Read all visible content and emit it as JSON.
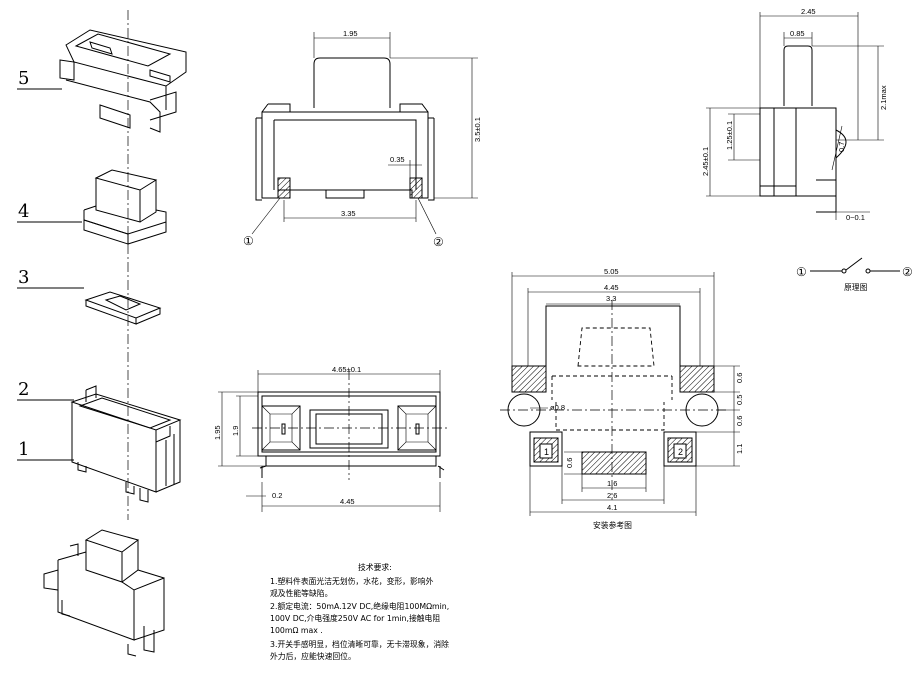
{
  "part_labels": [
    "5",
    "4",
    "3",
    "2",
    "1"
  ],
  "front_view": {
    "top_width": "1.95",
    "height": "3.5±0.1",
    "pin_width": "0.35",
    "pin_span": "3.35",
    "terminal_1": "①",
    "terminal_2": "②"
  },
  "side_view": {
    "total_width": "2.45",
    "actuator_width": "0.85",
    "actuator_height": "2.1max",
    "body_height": "2.45±0.1",
    "inner_height": "1.25±0.1",
    "radius": "0.7",
    "pin_offset": "0~0.1"
  },
  "schematic": {
    "terminal_1": "①",
    "terminal_2": "②",
    "caption": "原理图"
  },
  "bottom_view": {
    "width": "4.65±0.1",
    "height_outer": "1.95",
    "height_inner": "1.9",
    "pin_offset": "0.2",
    "pin_span": "4.45"
  },
  "footprint": {
    "w1": "5.05",
    "w2": "4.45",
    "w3": "3.3",
    "d1": "0.6",
    "d2": "0.5",
    "d3": "0.6",
    "d4": "1.1",
    "hole": "ø0.8",
    "pad_h": "0.6",
    "center": "1.6",
    "w4": "2.6",
    "w5": "4.1",
    "pad_1": "1",
    "pad_2": "2",
    "caption": "安装参考图"
  },
  "tech_notes": {
    "title": "技术要求:",
    "lines": [
      "1.塑料件表面光洁无划伤，水花，变形，影响外",
      "   观及性能等缺陷。",
      "2.额定电流：50mA.12V DC,绝缘电阻100MΩmin,",
      "   100V DC,介电强度250V AC for 1min,接触电阻",
      "   100mΩ max .",
      "3.开关手感明显，档位清晰可靠，无卡滞现象，消除",
      "   外力后，应能快速回位。"
    ]
  }
}
